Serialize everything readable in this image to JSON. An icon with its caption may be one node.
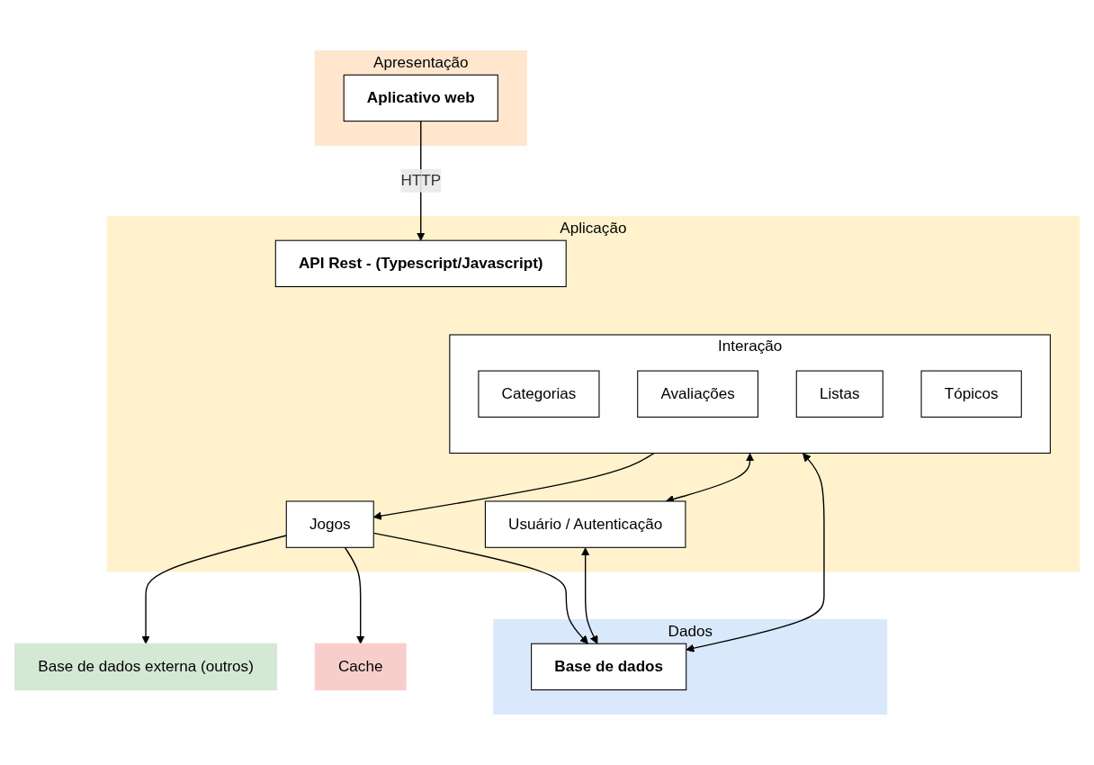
{
  "diagram": {
    "nodes": [
      {
        "text": [
          "Apresentação"
        ]
      },
      {
        "text": [
          "Aplicativo web"
        ],
        "in": 0
      },
      {
        "text": [
          "Aplicação"
        ]
      },
      {
        "text": [
          "API Rest - (Typescript/Javascript)"
        ],
        "in": 2
      },
      {
        "text": [
          "Jogos"
        ],
        "in": 2
      },
      {
        "text": [
          "Interação"
        ],
        "in": 2
      },
      {
        "text": [
          "Categorias"
        ],
        "in": 5
      },
      {
        "text": [
          "Avaliações"
        ],
        "in": 5
      },
      {
        "text": [
          "Listas"
        ],
        "in": 5
      },
      {
        "text": [
          "Tópicos"
        ],
        "in": 5
      },
      {
        "text": [
          "Usuário / Autenticação"
        ],
        "in": 2
      },
      {
        "text": [
          "Dados"
        ]
      },
      {
        "text": [
          "Base de dados"
        ],
        "in": 11
      },
      {
        "text": [
          "Base de dados externa (outros)"
        ]
      },
      {
        "text": [
          "Cache"
        ]
      }
    ],
    "edges": [
      {
        "from": 1,
        "to": 3,
        "arrow": "to",
        "label": "HTTP"
      },
      {
        "from": 4,
        "to": 13,
        "arrow": "to"
      },
      {
        "from": 4,
        "to": 14,
        "arrow": "to"
      },
      {
        "from": 5,
        "to": 4,
        "arrow": "to"
      },
      {
        "from": 5,
        "to": 10,
        "arrow": "both"
      },
      {
        "from": 4,
        "to": 12,
        "arrow": "to"
      },
      {
        "from": 5,
        "to": 12,
        "arrow": "both"
      },
      {
        "from": 10,
        "to": 12,
        "arrow": "both"
      }
    ]
  }
}
